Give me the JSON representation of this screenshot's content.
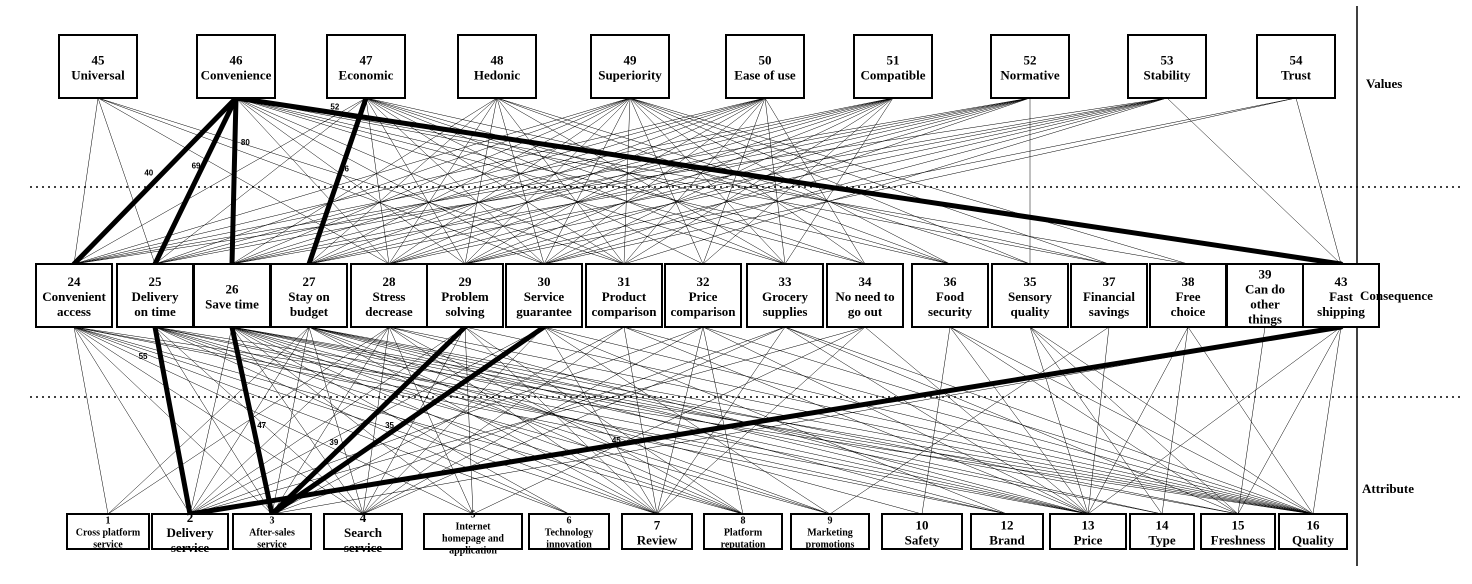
{
  "levels": {
    "values": "Values",
    "consequence": "Consequence",
    "attribute": "Attribute"
  },
  "values": [
    {
      "id": "45",
      "label": "Universal"
    },
    {
      "id": "46",
      "label": "Convenience"
    },
    {
      "id": "47",
      "label": "Economic"
    },
    {
      "id": "48",
      "label": "Hedonic"
    },
    {
      "id": "49",
      "label": "Superiority"
    },
    {
      "id": "50",
      "label": "Ease of use"
    },
    {
      "id": "51",
      "label": "Compatible"
    },
    {
      "id": "52",
      "label": "Normative"
    },
    {
      "id": "53",
      "label": "Stability"
    },
    {
      "id": "54",
      "label": "Trust"
    }
  ],
  "consequences": [
    {
      "id": "24",
      "label": "Convenient access"
    },
    {
      "id": "25",
      "label": "Delivery on time"
    },
    {
      "id": "26",
      "label": "Save time"
    },
    {
      "id": "27",
      "label": "Stay on budget"
    },
    {
      "id": "28",
      "label": "Stress decrease"
    },
    {
      "id": "29",
      "label": "Problem solving"
    },
    {
      "id": "30",
      "label": "Service guarantee"
    },
    {
      "id": "31",
      "label": "Product comparison"
    },
    {
      "id": "32",
      "label": "Price comparison"
    },
    {
      "id": "33",
      "label": "Grocery supplies"
    },
    {
      "id": "34",
      "label": "No need to go out"
    },
    {
      "id": "36",
      "label": "Food security"
    },
    {
      "id": "35",
      "label": "Sensory quality"
    },
    {
      "id": "37",
      "label": "Financial savings"
    },
    {
      "id": "38",
      "label": "Free choice"
    },
    {
      "id": "39",
      "label": "Can do other things"
    },
    {
      "id": "43",
      "label": "Fast shipping"
    }
  ],
  "attributes": [
    {
      "id": "1",
      "label": "Cross platform service"
    },
    {
      "id": "2",
      "label": "Delivery service"
    },
    {
      "id": "3",
      "label": "After-sales service"
    },
    {
      "id": "4",
      "label": "Search service"
    },
    {
      "id": "5",
      "label": "Internet homepage and application"
    },
    {
      "id": "6",
      "label": "Technology innovation"
    },
    {
      "id": "7",
      "label": "Review"
    },
    {
      "id": "8",
      "label": "Platform reputation"
    },
    {
      "id": "9",
      "label": "Marketing promotions"
    },
    {
      "id": "10",
      "label": "Safety"
    },
    {
      "id": "12",
      "label": "Brand"
    },
    {
      "id": "13",
      "label": "Price"
    },
    {
      "id": "14",
      "label": "Type"
    },
    {
      "id": "15",
      "label": "Freshness"
    },
    {
      "id": "16",
      "label": "Quality"
    }
  ],
  "strong_links": [
    {
      "from": "46",
      "to": "43",
      "weight": "52"
    },
    {
      "from": "46",
      "to": "26",
      "weight": "80"
    },
    {
      "from": "46",
      "to": "25",
      "weight": "69"
    },
    {
      "from": "46",
      "to": "24",
      "weight": "40"
    },
    {
      "from": "47",
      "to": "27",
      "weight": "56"
    },
    {
      "from": "25",
      "to": "2",
      "weight": "55"
    },
    {
      "from": "26",
      "to": "3",
      "weight": "47"
    },
    {
      "from": "29",
      "to": "3",
      "weight": "39"
    },
    {
      "from": "30",
      "to": "3",
      "weight": "35"
    },
    {
      "from": "43",
      "to": "2",
      "weight": "45"
    }
  ],
  "weak_links": [
    [
      "45",
      "24"
    ],
    [
      "45",
      "25"
    ],
    [
      "45",
      "28"
    ],
    [
      "45",
      "30"
    ],
    [
      "45",
      "31"
    ],
    [
      "46",
      "28"
    ],
    [
      "46",
      "29"
    ],
    [
      "46",
      "30"
    ],
    [
      "46",
      "31"
    ],
    [
      "46",
      "33"
    ],
    [
      "46",
      "34"
    ],
    [
      "46",
      "36"
    ],
    [
      "46",
      "37"
    ],
    [
      "46",
      "38"
    ],
    [
      "47",
      "24"
    ],
    [
      "47",
      "25"
    ],
    [
      "47",
      "28"
    ],
    [
      "47",
      "29"
    ],
    [
      "47",
      "30"
    ],
    [
      "47",
      "31"
    ],
    [
      "47",
      "32"
    ],
    [
      "47",
      "33"
    ],
    [
      "47",
      "34"
    ],
    [
      "47",
      "36"
    ],
    [
      "47",
      "37"
    ],
    [
      "48",
      "26"
    ],
    [
      "48",
      "27"
    ],
    [
      "48",
      "28"
    ],
    [
      "48",
      "29"
    ],
    [
      "48",
      "30"
    ],
    [
      "48",
      "31"
    ],
    [
      "48",
      "33"
    ],
    [
      "48",
      "35"
    ],
    [
      "48",
      "36"
    ],
    [
      "49",
      "24"
    ],
    [
      "49",
      "25"
    ],
    [
      "49",
      "26"
    ],
    [
      "49",
      "27"
    ],
    [
      "49",
      "28"
    ],
    [
      "49",
      "29"
    ],
    [
      "49",
      "30"
    ],
    [
      "49",
      "31"
    ],
    [
      "49",
      "32"
    ],
    [
      "49",
      "33"
    ],
    [
      "49",
      "34"
    ],
    [
      "49",
      "35"
    ],
    [
      "49",
      "36"
    ],
    [
      "49",
      "37"
    ],
    [
      "49",
      "38"
    ],
    [
      "50",
      "24"
    ],
    [
      "50",
      "25"
    ],
    [
      "50",
      "26"
    ],
    [
      "50",
      "27"
    ],
    [
      "50",
      "28"
    ],
    [
      "50",
      "29"
    ],
    [
      "50",
      "30"
    ],
    [
      "50",
      "31"
    ],
    [
      "50",
      "32"
    ],
    [
      "50",
      "33"
    ],
    [
      "50",
      "34"
    ],
    [
      "51",
      "24"
    ],
    [
      "51",
      "25"
    ],
    [
      "51",
      "26"
    ],
    [
      "51",
      "27"
    ],
    [
      "51",
      "28"
    ],
    [
      "51",
      "29"
    ],
    [
      "51",
      "30"
    ],
    [
      "51",
      "31"
    ],
    [
      "51",
      "32"
    ],
    [
      "51",
      "33"
    ],
    [
      "52",
      "24"
    ],
    [
      "52",
      "25"
    ],
    [
      "52",
      "26"
    ],
    [
      "52",
      "27"
    ],
    [
      "52",
      "28"
    ],
    [
      "52",
      "29"
    ],
    [
      "52",
      "30"
    ],
    [
      "52",
      "35"
    ],
    [
      "53",
      "24"
    ],
    [
      "53",
      "26"
    ],
    [
      "53",
      "27"
    ],
    [
      "53",
      "28"
    ],
    [
      "53",
      "29"
    ],
    [
      "53",
      "30"
    ],
    [
      "53",
      "31"
    ],
    [
      "53",
      "43"
    ],
    [
      "54",
      "29"
    ],
    [
      "54",
      "30"
    ],
    [
      "54",
      "43"
    ],
    [
      "24",
      "1"
    ],
    [
      "24",
      "2"
    ],
    [
      "24",
      "3"
    ],
    [
      "24",
      "4"
    ],
    [
      "24",
      "5"
    ],
    [
      "24",
      "6"
    ],
    [
      "24",
      "7"
    ],
    [
      "24",
      "8"
    ],
    [
      "24",
      "12"
    ],
    [
      "24",
      "13"
    ],
    [
      "24",
      "16"
    ],
    [
      "25",
      "2"
    ],
    [
      "25",
      "3"
    ],
    [
      "25",
      "4"
    ],
    [
      "25",
      "6"
    ],
    [
      "25",
      "7"
    ],
    [
      "25",
      "8"
    ],
    [
      "25",
      "9"
    ],
    [
      "25",
      "12"
    ],
    [
      "25",
      "13"
    ],
    [
      "25",
      "16"
    ],
    [
      "26",
      "2"
    ],
    [
      "26",
      "4"
    ],
    [
      "26",
      "5"
    ],
    [
      "26",
      "6"
    ],
    [
      "26",
      "7"
    ],
    [
      "26",
      "8"
    ],
    [
      "26",
      "9"
    ],
    [
      "26",
      "10"
    ],
    [
      "26",
      "13"
    ],
    [
      "26",
      "14"
    ],
    [
      "26",
      "15"
    ],
    [
      "26",
      "16"
    ],
    [
      "27",
      "1"
    ],
    [
      "27",
      "2"
    ],
    [
      "27",
      "3"
    ],
    [
      "27",
      "4"
    ],
    [
      "27",
      "7"
    ],
    [
      "27",
      "8"
    ],
    [
      "27",
      "9"
    ],
    [
      "27",
      "12"
    ],
    [
      "27",
      "13"
    ],
    [
      "27",
      "14"
    ],
    [
      "27",
      "15"
    ],
    [
      "27",
      "16"
    ],
    [
      "28",
      "1"
    ],
    [
      "28",
      "2"
    ],
    [
      "28",
      "3"
    ],
    [
      "28",
      "4"
    ],
    [
      "28",
      "5"
    ],
    [
      "28",
      "7"
    ],
    [
      "28",
      "8"
    ],
    [
      "28",
      "13"
    ],
    [
      "28",
      "16"
    ],
    [
      "29",
      "2"
    ],
    [
      "29",
      "4"
    ],
    [
      "29",
      "5"
    ],
    [
      "29",
      "7"
    ],
    [
      "29",
      "8"
    ],
    [
      "29",
      "16"
    ],
    [
      "30",
      "2"
    ],
    [
      "30",
      "4"
    ],
    [
      "30",
      "7"
    ],
    [
      "30",
      "9"
    ],
    [
      "30",
      "12"
    ],
    [
      "30",
      "16"
    ],
    [
      "31",
      "3"
    ],
    [
      "31",
      "4"
    ],
    [
      "31",
      "7"
    ],
    [
      "31",
      "13"
    ],
    [
      "31",
      "16"
    ],
    [
      "32",
      "2"
    ],
    [
      "32",
      "4"
    ],
    [
      "32",
      "7"
    ],
    [
      "32",
      "8"
    ],
    [
      "32",
      "13"
    ],
    [
      "32",
      "16"
    ],
    [
      "33",
      "3"
    ],
    [
      "33",
      "4"
    ],
    [
      "33",
      "7"
    ],
    [
      "33",
      "13"
    ],
    [
      "33",
      "15"
    ],
    [
      "33",
      "16"
    ],
    [
      "34",
      "2"
    ],
    [
      "34",
      "5"
    ],
    [
      "34",
      "7"
    ],
    [
      "34",
      "13"
    ],
    [
      "36",
      "10"
    ],
    [
      "36",
      "13"
    ],
    [
      "36",
      "15"
    ],
    [
      "36",
      "16"
    ],
    [
      "35",
      "13"
    ],
    [
      "35",
      "14"
    ],
    [
      "35",
      "15"
    ],
    [
      "35",
      "16"
    ],
    [
      "37",
      "9"
    ],
    [
      "37",
      "13"
    ],
    [
      "38",
      "13"
    ],
    [
      "38",
      "14"
    ],
    [
      "38",
      "16"
    ],
    [
      "39",
      "15"
    ],
    [
      "43",
      "3"
    ],
    [
      "43",
      "13"
    ],
    [
      "43",
      "15"
    ],
    [
      "43",
      "16"
    ]
  ]
}
